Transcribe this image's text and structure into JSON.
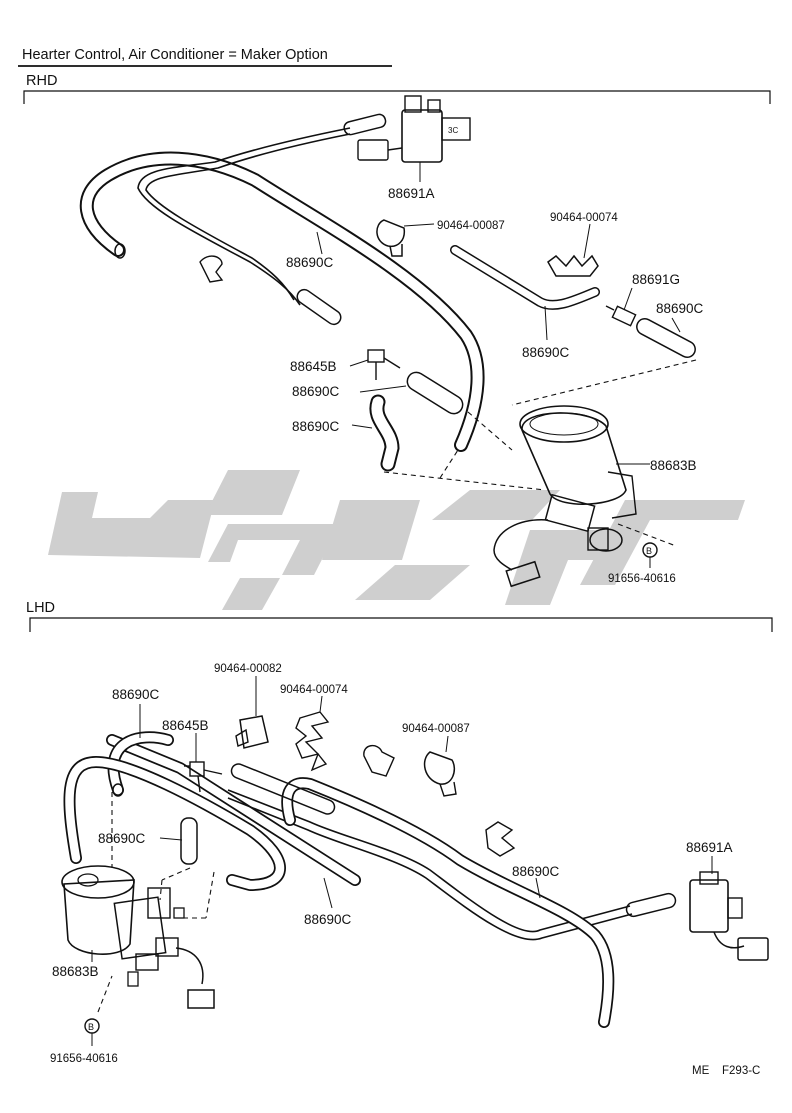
{
  "header": {
    "title": "Hearter Control, Air Conditioner = Maker Option"
  },
  "sections": {
    "rhd": "RHD",
    "lhd": "LHD"
  },
  "labels_rhd": {
    "p88691A": "88691A",
    "p90464_00087": "90464-00087",
    "p90464_00074": "90464-00074",
    "p88690C_a": "88690C",
    "p88691G": "88691G",
    "p88690C_b": "88690C",
    "p88690C_c": "88690C",
    "p88645B": "88645B",
    "p88690C_d": "88690C",
    "p88690C_e": "88690C",
    "p88683B": "88683B",
    "bolt_marker": "B",
    "p91656_40616": "91656-40616"
  },
  "labels_lhd": {
    "p90464_00082": "90464-00082",
    "p90464_00074": "90464-00074",
    "p88690C_a": "88690C",
    "p88645B": "88645B",
    "p90464_00087": "90464-00087",
    "p88690C_b": "88690C",
    "p88691A": "88691A",
    "p88690C_c": "88690C",
    "p88690C_d": "88690C",
    "p88683B": "88683B",
    "bolt_marker": "B",
    "p91656_40616": "91656-40616"
  },
  "footer": {
    "code_left": "ME",
    "code_right": "F293-C"
  },
  "colors": {
    "line": "#111111",
    "watermark": "#cfcfcf",
    "background": "#ffffff"
  }
}
